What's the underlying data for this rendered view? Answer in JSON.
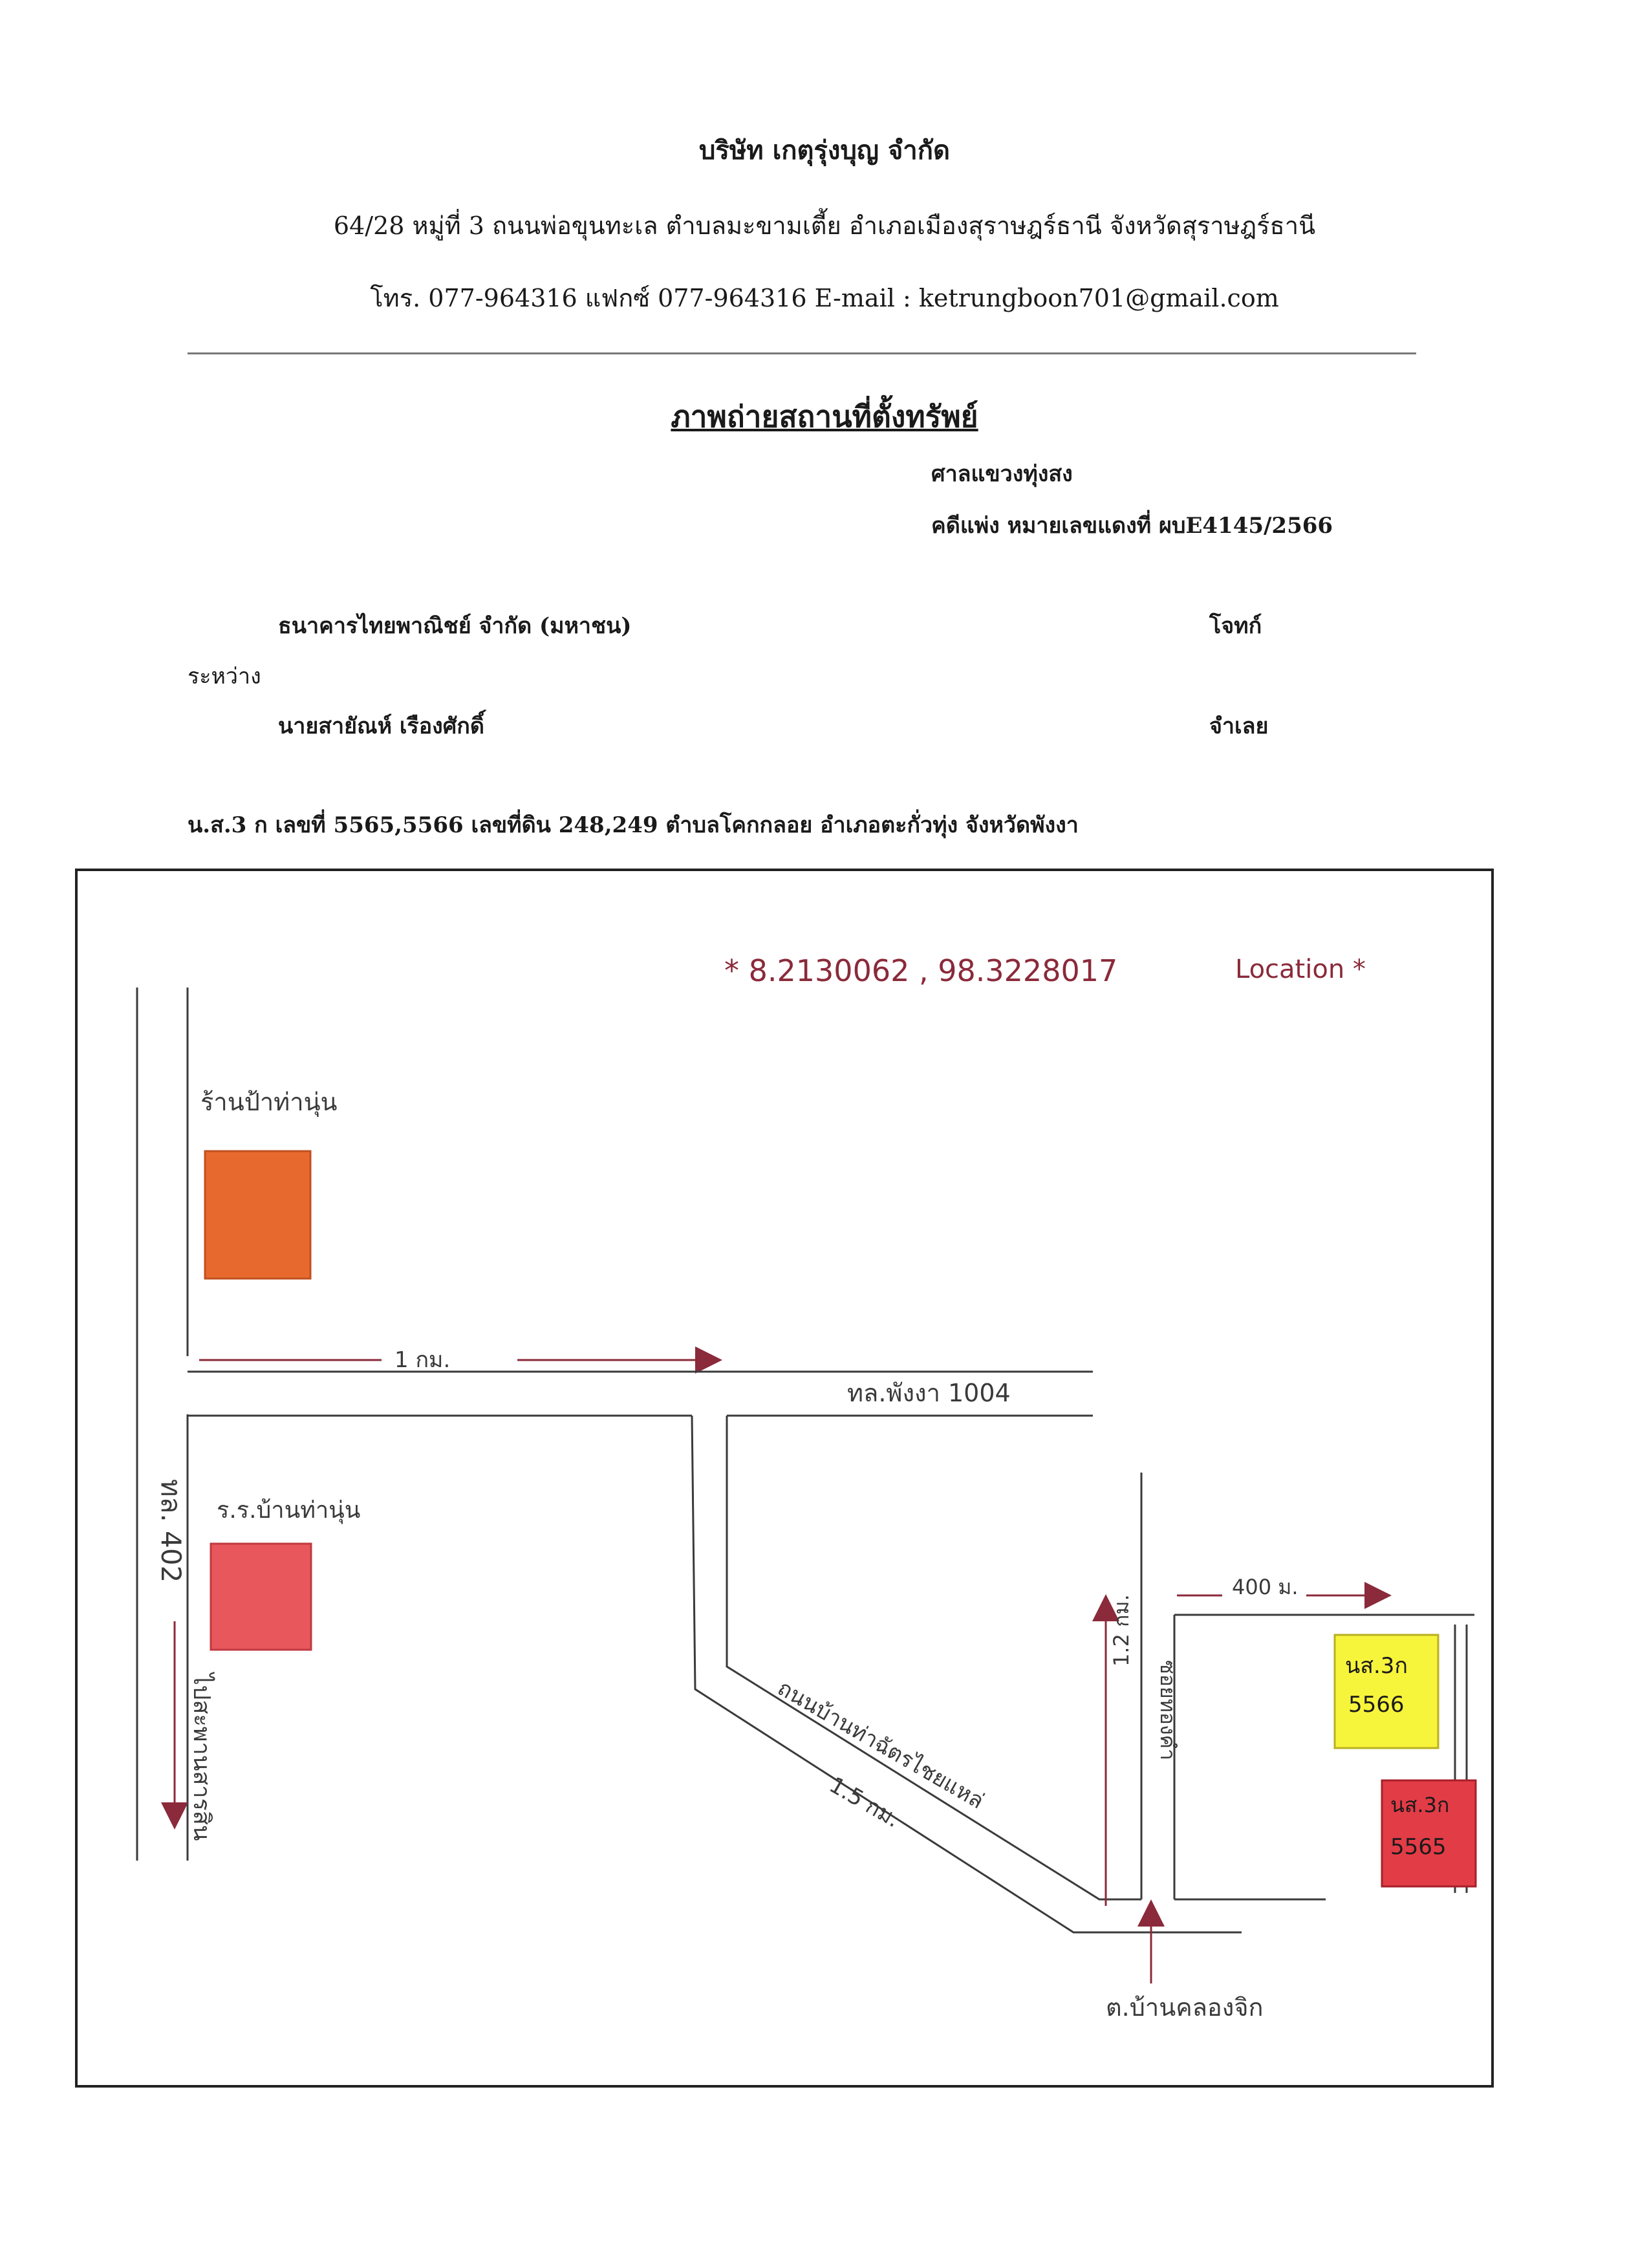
{
  "header": {
    "company": "บริษัท เกตุรุ่งบุญ จำกัด",
    "address": "64/28 หมู่ที่ 3 ถนนพ่อขุนทะเล ตำบลมะขามเตี้ย อำเภอเมืองสุราษฎร์ธานี จังหวัดสุราษฎร์ธานี",
    "contact": "โทร. 077-964316 แฟกซ์ 077-964316 E-mail : ketrungboon701@gmail.com"
  },
  "document": {
    "title": "ภาพถ่ายสถานที่ตั้งทรัพย์",
    "court": "ศาลแขวงทุ่งสง",
    "case_no": "คดีแพ่ง หมายเลขแดงที่ ผบE4145/2566",
    "plaintiff_name": "ธนาคารไทยพาณิชย์ จำกัด (มหาชน)",
    "plaintiff_role": "โจทก์",
    "between": "ระหว่าง",
    "defendant_name": "นายสายัณห์ เรืองศักดิ์",
    "defendant_role": "จำเลย",
    "deed_line": "น.ส.3 ก เลขที่ 5565,5566 เลขที่ดิน 248,249 ตำบลโคกกลอย อำเภอตะกั่วทุ่ง จังหวัดพังงา"
  },
  "map": {
    "coordinates": "* 8.2130062 , 98.3228017",
    "location_label": "Location *",
    "dist_1km": "1 กม.",
    "road_1004": "ทล.พังงา 1004",
    "dist_400m": "400 ม.",
    "parcel_yellow": [
      "นส.3ก",
      "5566"
    ],
    "parcel_red": [
      "นส.3ก",
      "5565"
    ],
    "school_label": "ร.ร.บ้านท่านุ่น",
    "shop_label": "ร้านป้าท่านุ่น",
    "highway_label": "ทล. 402",
    "to_label": "ไปสะพานสารสิน",
    "diagonal_road_label": "ถนนบ้านท่าฉัตรไชยแหล่",
    "dist_1_5km": "1.5 กม.",
    "dist_1_2km": "1.2 กม.",
    "side_road_label": "ซอยทองคำ",
    "bottom_label": "ต.บ้านคลองจิก",
    "colors": {
      "shop": "#e8692e",
      "school": "#e8575b",
      "parcel_yellow": "#f7f43c",
      "parcel_red": "#e23c47",
      "ink": "#8a2a3a",
      "pencil": "#3a3a3a"
    }
  }
}
